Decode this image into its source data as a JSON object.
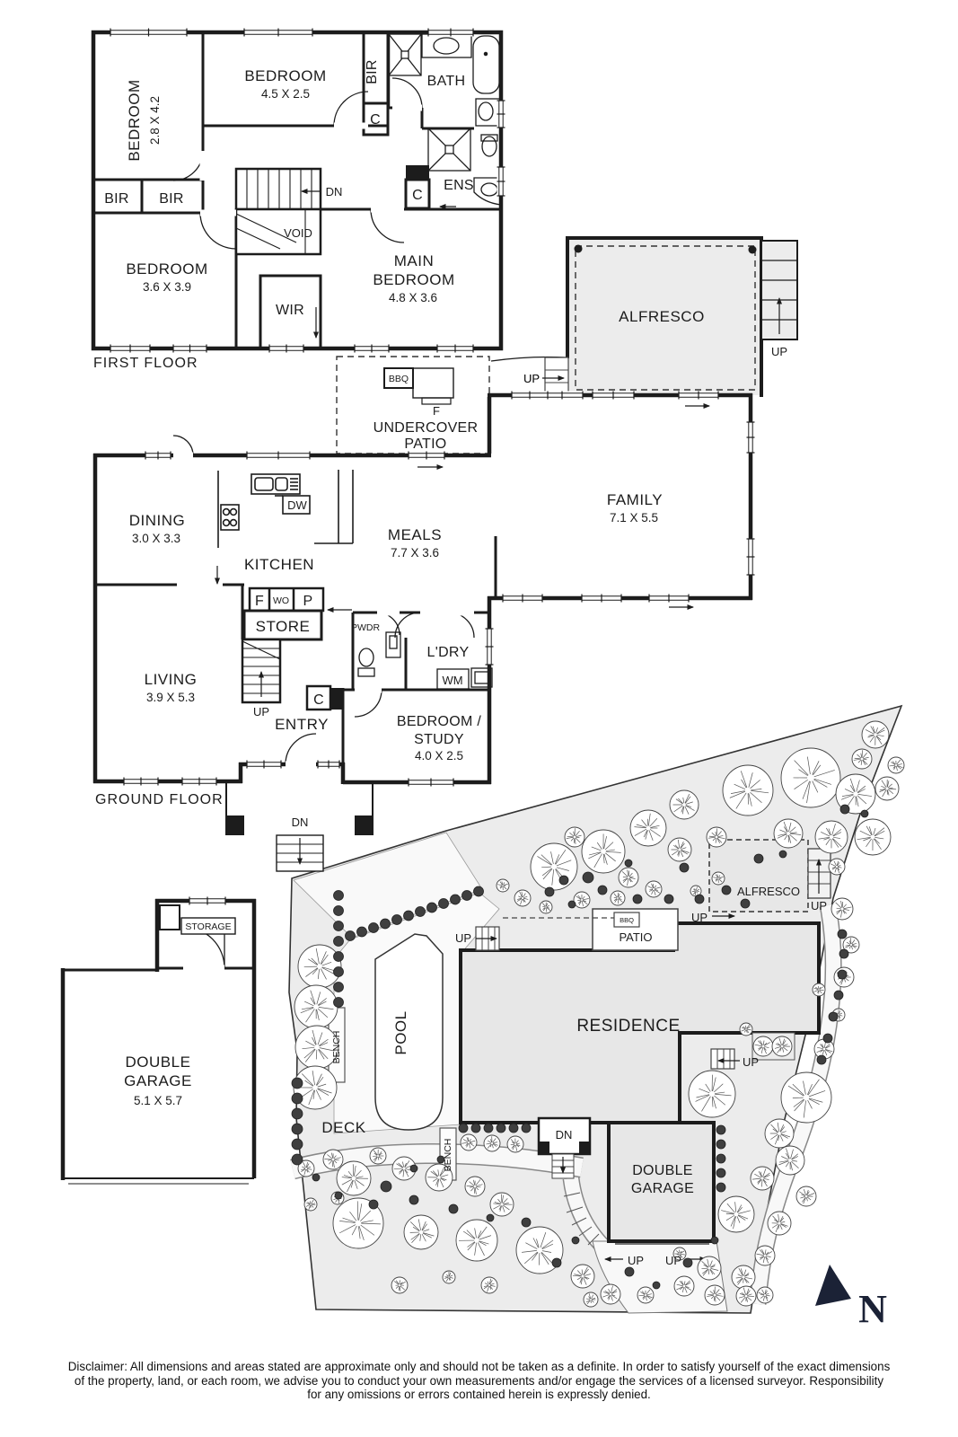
{
  "first_floor": {
    "label": "FIRST FLOOR",
    "bed_left_name": "BEDROOM",
    "bed_left_dims": "2.8 X 4.2",
    "bed_top_name": "BEDROOM",
    "bed_top_dims": "4.5 X 2.5",
    "bed_low_name": "BEDROOM",
    "bed_low_dims": "3.6 X 3.9",
    "main_l1": "MAIN",
    "main_l2": "BEDROOM",
    "main_dims": "4.8 X 3.6",
    "bath": "BATH",
    "ens": "ENS",
    "wir": "WIR",
    "void": "VOID",
    "dn": "DN",
    "bir_a": "BIR",
    "bir_b": "BIR",
    "bir_c": "BIR",
    "c1": "C",
    "c2": "C",
    "c3": "C"
  },
  "alfresco_upper": {
    "label": "ALFRESCO",
    "up_stairs": "UP",
    "up_house": "UP"
  },
  "ground_floor": {
    "label": "GROUND FLOOR",
    "bbq": "BBQ",
    "f_bbq": "F",
    "undercover": "UNDERCOVER",
    "patio": "PATIO",
    "family_name": "FAMILY",
    "family_dims": "7.1 X 5.5",
    "meals_name": "MEALS",
    "meals_dims": "7.7 X 3.6",
    "dining_name": "DINING",
    "dining_dims": "3.0 X 3.3",
    "kitchen": "KITCHEN",
    "dw": "DW",
    "pf": "F",
    "pwo": "WO",
    "pp": "P",
    "store": "STORE",
    "up_stairs": "UP",
    "up_alfresco": "UP",
    "living_name": "LIVING",
    "living_dims": "3.9 X 5.3",
    "entry": "ENTRY",
    "pwdr": "PWDR",
    "ldry": "L'DRY",
    "wm": "WM",
    "c": "C",
    "bs_l1": "BEDROOM /",
    "bs_l2": "STUDY",
    "bs_dims": "4.0 X 2.5",
    "porch_dn": "DN"
  },
  "garage_plan": {
    "storage": "STORAGE",
    "l1": "DOUBLE",
    "l2": "GARAGE",
    "dims": "5.1 X 5.7"
  },
  "site_plan": {
    "residence": "RESIDENCE",
    "pool": "POOL",
    "deck": "DECK",
    "alfresco": "ALFRESCO",
    "patio": "PATIO",
    "bbq": "BBQ",
    "dg_l1": "DOUBLE",
    "dg_l2": "GARAGE",
    "bench_a": "BENCH",
    "bench_b": "BENCH",
    "dn_porch": "DN",
    "up_pool": "UP",
    "up_patio": "UP",
    "up_alf": "UP",
    "up_court": "UP",
    "up_dr_l": "UP",
    "up_dr_r": "UP"
  },
  "compass": {
    "n": "N"
  },
  "colors": {
    "wall": "#1c1c1c",
    "shade": "#ececec",
    "building": "#e7e7e7",
    "shrub": "#3f3f3f",
    "north": "#1b2236"
  },
  "disclaimer": {
    "line1": "Disclaimer: All dimensions and areas stated are approximate only and should not be taken as a definite. In order to satisfy yourself of the exact dimensions",
    "line2": "of the property, land, or each room, we advise you to conduct your own measurements and/or engage the services of a licensed surveyor. Responsibility",
    "line3": "for any omissions or errors contained herein is expressly denied."
  }
}
